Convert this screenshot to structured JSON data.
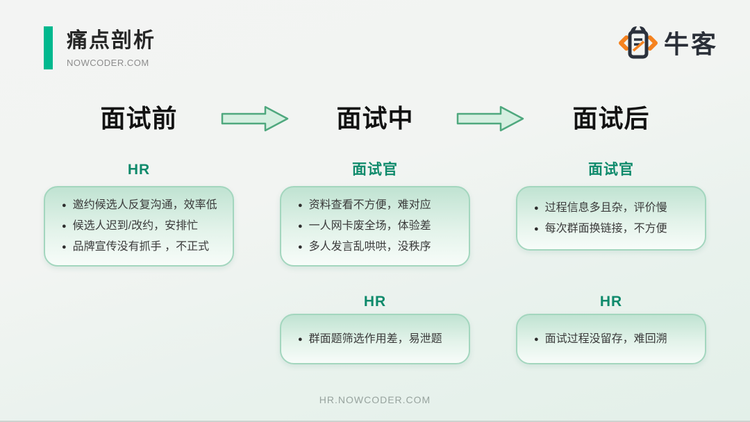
{
  "slide": {
    "title": "痛点剖析",
    "subtitle": "NOWCODER.COM",
    "footer": "HR.NOWCODER.COM",
    "logo_text": "牛客"
  },
  "stages": [
    {
      "label": "面试前"
    },
    {
      "label": "面试中"
    },
    {
      "label": "面试后"
    }
  ],
  "cards": [
    {
      "role": "HR",
      "stage": "面试前",
      "bullets": [
        "邀约候选人反复沟通，效率低",
        "候选人迟到/改约，安排忙",
        "品牌宣传没有抓手 ，不正式"
      ]
    },
    {
      "role": "面试官",
      "stage": "面试中",
      "bullets": [
        "资料查看不方便，难对应",
        "一人网卡废全场，体验差",
        "多人发言乱哄哄，没秩序"
      ]
    },
    {
      "role": "面试官",
      "stage": "面试后",
      "bullets": [
        "过程信息多且杂，评价慢",
        "每次群面换链接，不方便"
      ]
    },
    {
      "role": "HR",
      "stage": "面试中",
      "bullets": [
        "群面题筛选作用差，易泄题"
      ]
    },
    {
      "role": "HR",
      "stage": "面试后",
      "bullets": [
        "面试过程没留存，难回溯"
      ]
    }
  ],
  "icons": {
    "logo_icon": "nowcoder-bull-document-icon",
    "arrow_icon": "right-block-arrow-icon"
  },
  "colors": {
    "accent_green": "#00b88e",
    "role_header_green": "#0e8a6b",
    "card_border": "#a3d6be",
    "card_gradient_top": "#c0e3d2",
    "arrow_fill": "#d6efe1",
    "arrow_stroke": "#4fa87e",
    "logo_orange": "#f5821f",
    "logo_dark": "#2b313c",
    "stage_text": "#121212",
    "background_mint": "#e3f0e9"
  }
}
